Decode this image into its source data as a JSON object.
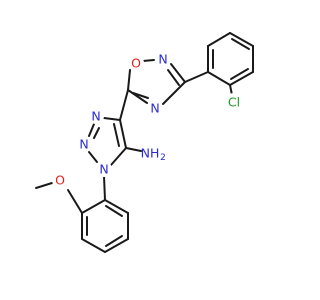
{
  "colors": {
    "bond": "#1a1a1a",
    "nitrogen": "#2b2bd6",
    "oxygen": "#e02020",
    "chlorine": "#1e9e1e"
  },
  "atoms": {
    "oxadiazole_o1": "O",
    "oxadiazole_n2": "N",
    "oxadiazole_n4": "N",
    "chloro": "Cl",
    "triazole_n1": "N",
    "triazole_n2": "N",
    "triazole_n3": "N",
    "amine": "NH",
    "amine_h_count": "2",
    "methoxy_o": "O"
  }
}
